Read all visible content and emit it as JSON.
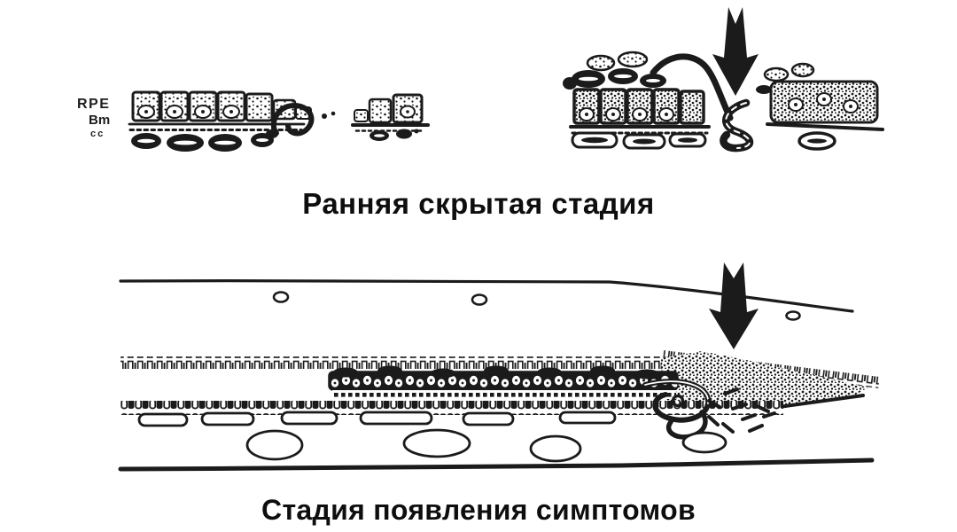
{
  "colors": {
    "paper": "#ffffff",
    "ink": "#1b1b1b"
  },
  "early_stage": {
    "caption": "Ранняя скрытая стадия",
    "layer_labels": {
      "rpe": "RPE",
      "bm": "Bm",
      "cc": "cc"
    },
    "arrow_icon": "down-arrow"
  },
  "symptom_stage": {
    "caption": "Стадия появления симптомов",
    "arrow_icon": "down-arrow"
  }
}
